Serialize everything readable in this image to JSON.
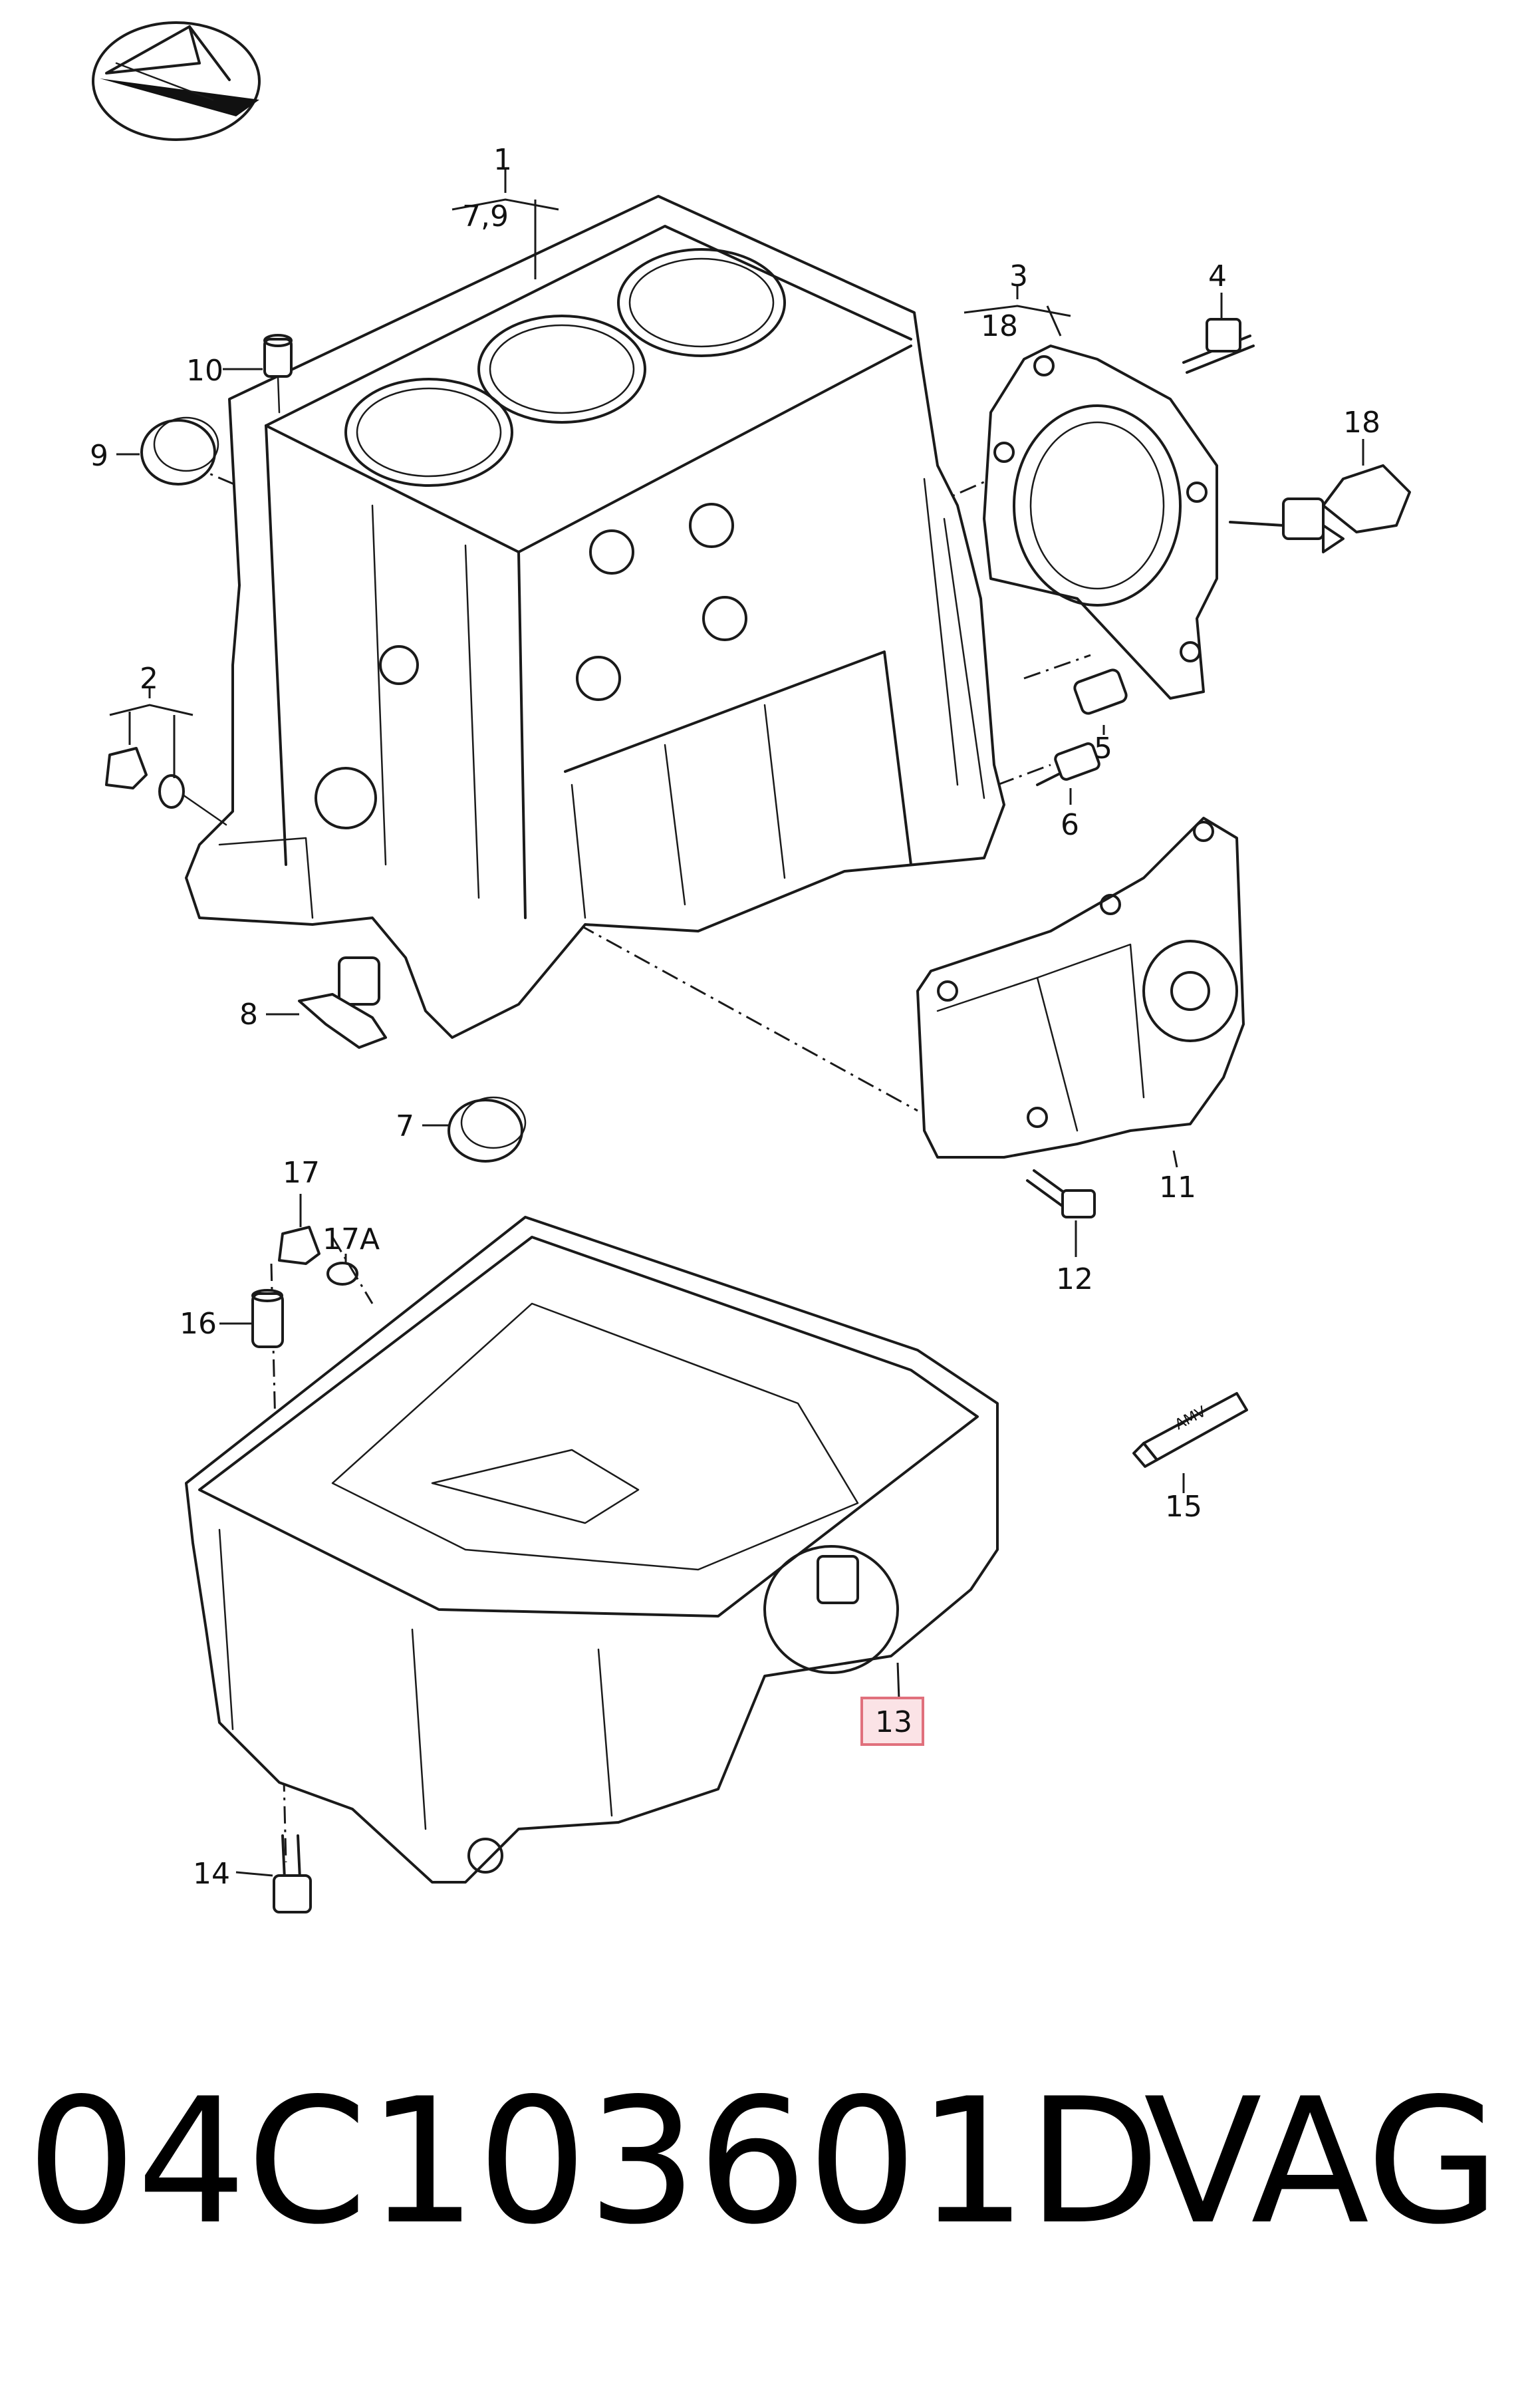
{
  "callouts": {
    "c1": "1",
    "c1_sub": "7,9",
    "c2": "2",
    "c3": "3",
    "c3_sub": "18",
    "c4": "4",
    "c5": "5",
    "c6": "6",
    "c7": "7",
    "c8": "8",
    "c9": "9",
    "c10": "10",
    "c11": "11",
    "c12": "12",
    "c13": "13",
    "c14": "14",
    "c15": "15",
    "c16": "16",
    "c17": "17",
    "c17a": "17A",
    "c18": "18"
  },
  "tube_label": "AMV",
  "part_number": "04C103601D",
  "brand": "VAG",
  "highlight_color": "#fbe3e6"
}
